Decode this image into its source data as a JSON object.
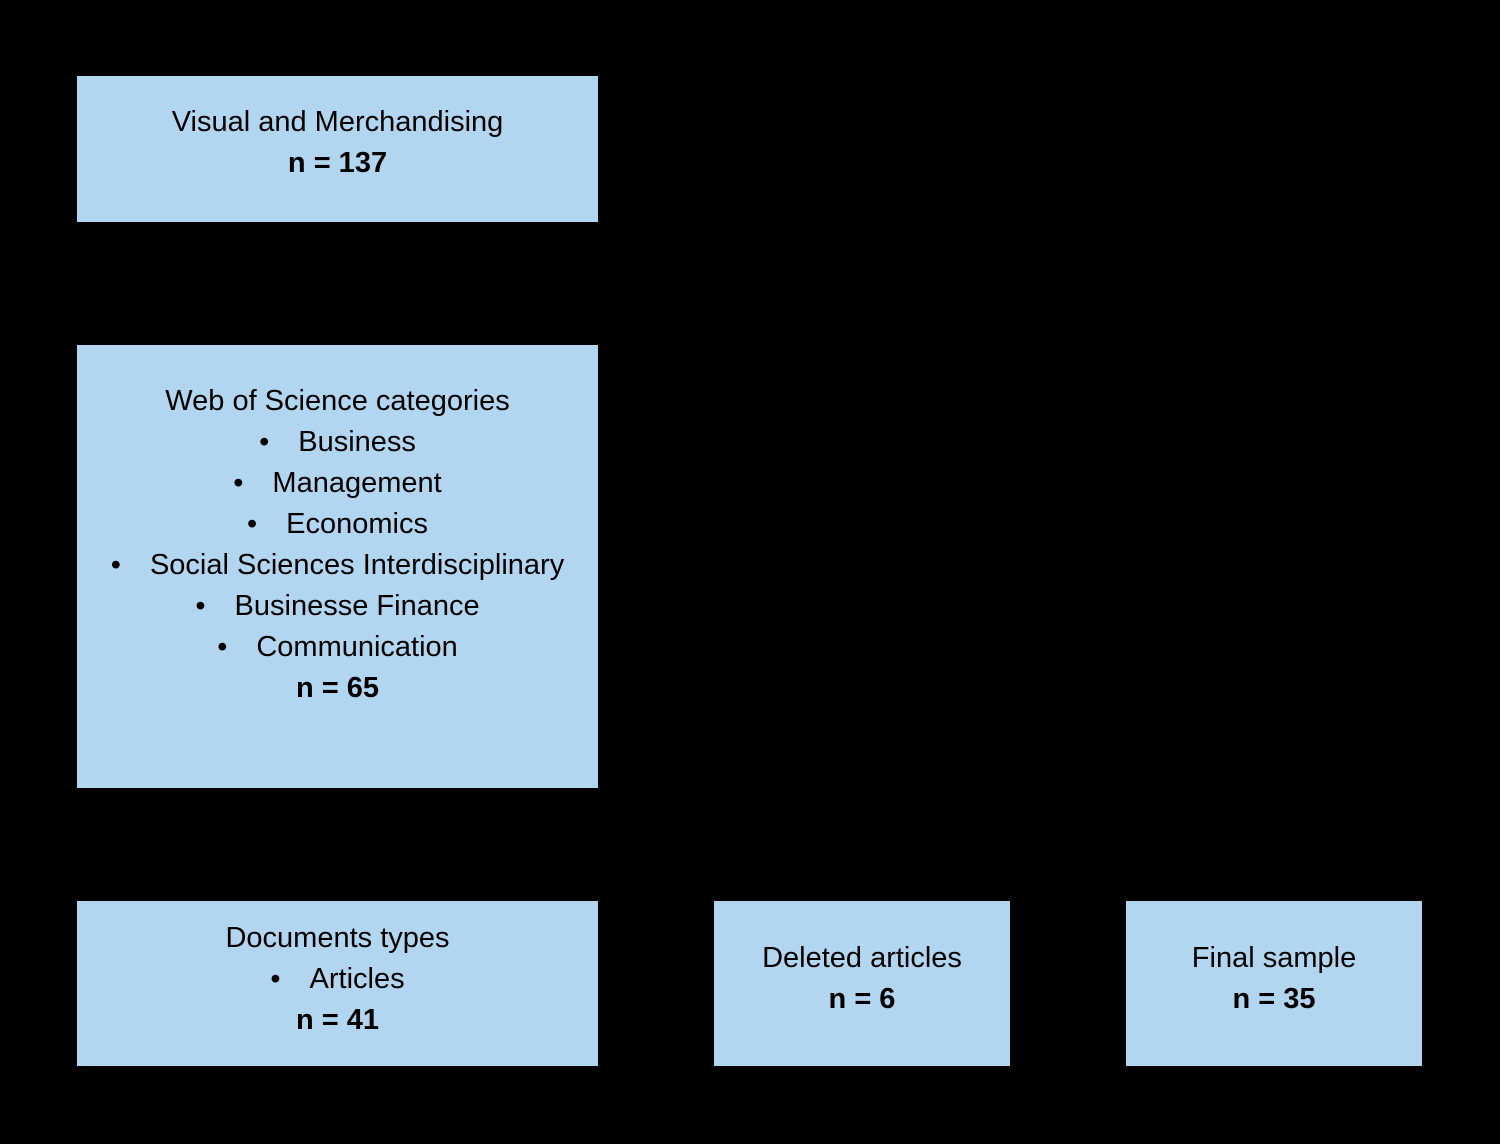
{
  "page": {
    "background": "#000000",
    "box_fill": "#b2d6ef",
    "text_color": "#000000"
  },
  "boxes": {
    "source": {
      "title": "Visual and Merchandising",
      "count": "n = 137"
    },
    "categories": {
      "title": "Web of Science categories",
      "items": [
        "• Business",
        "• Management",
        "• Economics",
        "• Social Sciences Interdisciplinary",
        "• Businesse Finance",
        "• Communication"
      ],
      "count": "n = 65"
    },
    "documents": {
      "title": "Documents types",
      "items": [
        "• Articles"
      ],
      "count": "n = 41"
    },
    "deleted": {
      "title": "Deleted articles",
      "count": "n = 6"
    },
    "final": {
      "title": "Final sample",
      "count": "n = 35"
    }
  }
}
